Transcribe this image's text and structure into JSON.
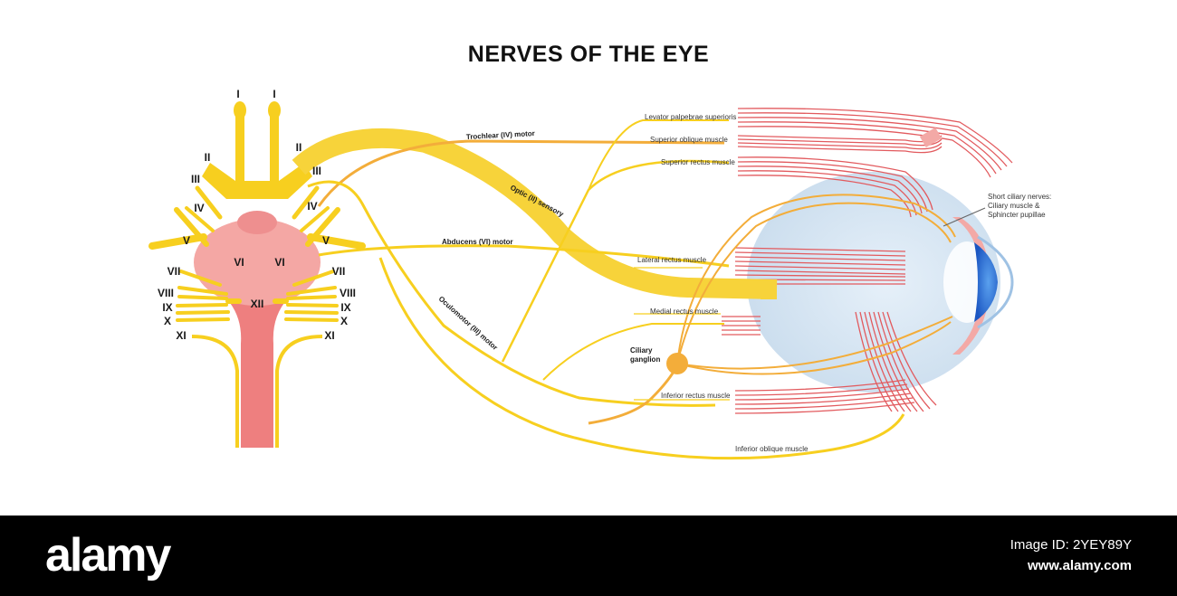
{
  "title": "NERVES OF THE EYE",
  "cranial_nerves": {
    "I_left": "I",
    "I_right": "I",
    "II_left": "II",
    "II_right": "II",
    "III_left": "III",
    "III_right": "III",
    "IV_left": "IV",
    "IV_right": "IV",
    "V_left": "V",
    "V_right": "V",
    "VI_left": "VI",
    "VI_right": "VI",
    "VII_left": "VII",
    "VII_right": "VII",
    "VIII_left": "VIII",
    "VIII_right": "VIII",
    "IX_left": "IX",
    "IX_right": "IX",
    "X_left": "X",
    "X_right": "X",
    "XI_left": "XI",
    "XI_right": "XI",
    "XII": "XII"
  },
  "nerve_labels": {
    "trochlear": "Trochlear (IV) motor",
    "optic": "Optic (II) sensory",
    "abducens": "Abducens (VI) motor",
    "oculomotor": "Oculomotor (III) motor",
    "ciliary_ganglion_line1": "Ciliary",
    "ciliary_ganglion_line2": "ganglion"
  },
  "muscles": {
    "levator": "Levator palpebrae superioris",
    "superior_oblique": "Superior oblique muscle",
    "superior_rectus": "Superior rectus muscle",
    "lateral_rectus": "Lateral rectus muscle",
    "medial_rectus": "Medial rectus muscle",
    "inferior_rectus": "Inferior rectus muscle",
    "inferior_oblique": "Inferior oblique muscle"
  },
  "short_ciliary": {
    "line1": "Short ciliary nerves:",
    "line2": "Ciliary muscle &",
    "line3": "Sphincter pupillae"
  },
  "footer": {
    "brand": "alamy",
    "image_id": "Image ID: 2YEY89Y",
    "site": "www.alamy.com"
  },
  "colors": {
    "nerve_yellow": "#f7cf1f",
    "nerve_orange": "#f3ad3a",
    "brainstem_pink": "#f4a7a4",
    "medulla_red": "#ee7f7f",
    "muscle_red": "#e04f54",
    "eyeball": "#d5e6f4",
    "iris_blue": "#2f73d8"
  }
}
